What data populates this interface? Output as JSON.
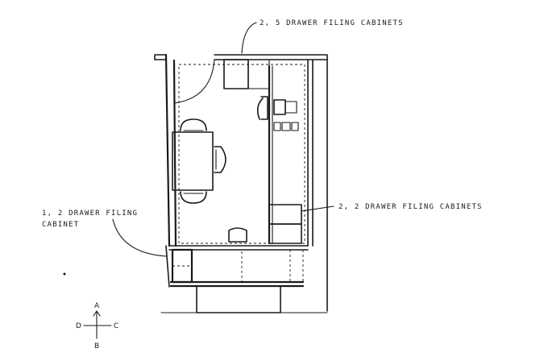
{
  "labels": {
    "five_drawer": "2, 5 DRAWER FILING CABINETS",
    "two_drawer": "2, 2 DRAWER FILING CABINETS",
    "one_drawer_line1": "1, 2 DRAWER FILING",
    "one_drawer_line2": "CABINET"
  },
  "compass": {
    "north": "A",
    "south": "B",
    "east": "C",
    "west": "D"
  },
  "colors": {
    "ink": "#1a1a1a",
    "paper": "#ffffff"
  }
}
